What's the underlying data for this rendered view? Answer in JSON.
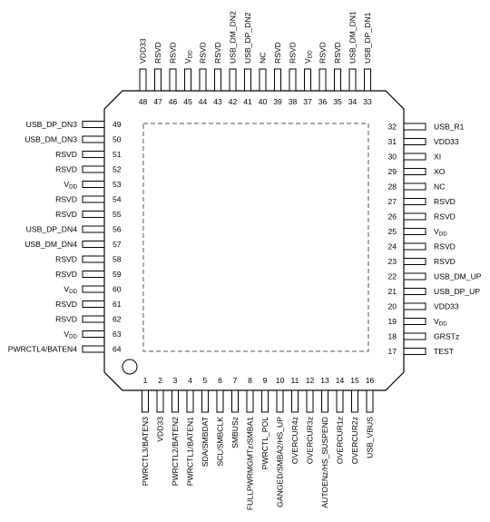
{
  "pins": {
    "bottom": [
      {
        "num": "1",
        "name": "PWRCTL3/BATEN3"
      },
      {
        "num": "2",
        "name": "VDD33"
      },
      {
        "num": "3",
        "name": "PWRCTL2/BATEN2"
      },
      {
        "num": "4",
        "name": "PWRCTL1/BATEN1"
      },
      {
        "num": "5",
        "name": "SDA/SMBDAT"
      },
      {
        "num": "6",
        "name": "SCL/SMBCLK"
      },
      {
        "num": "7",
        "name": "SMBUSz"
      },
      {
        "num": "8",
        "name": "FULLPWRMGMTz/SMBA1"
      },
      {
        "num": "9",
        "name": "PWRCTL_POL"
      },
      {
        "num": "10",
        "name": "GANGED/SMBA2/HS_UP"
      },
      {
        "num": "11",
        "name": "OVERCUR4z"
      },
      {
        "num": "12",
        "name": "OVERCUR3z"
      },
      {
        "num": "13",
        "name": "AUTOENz/HS_SUSPEND"
      },
      {
        "num": "14",
        "name": "OVERCUR1z"
      },
      {
        "num": "15",
        "name": "OVERCUR2z"
      },
      {
        "num": "16",
        "name": "USB_VBUS"
      }
    ],
    "right": [
      {
        "num": "17",
        "name": "TEST"
      },
      {
        "num": "18",
        "name": "GRSTz"
      },
      {
        "num": "19",
        "name": "V",
        "sub": "DD"
      },
      {
        "num": "20",
        "name": "VDD33"
      },
      {
        "num": "21",
        "name": "USB_DP_UP"
      },
      {
        "num": "22",
        "name": "USB_DM_UP"
      },
      {
        "num": "23",
        "name": "RSVD"
      },
      {
        "num": "24",
        "name": "RSVD"
      },
      {
        "num": "25",
        "name": "V",
        "sub": "DD"
      },
      {
        "num": "26",
        "name": "RSVD"
      },
      {
        "num": "27",
        "name": "RSVD"
      },
      {
        "num": "28",
        "name": "NC"
      },
      {
        "num": "29",
        "name": "XO"
      },
      {
        "num": "30",
        "name": "XI"
      },
      {
        "num": "31",
        "name": "VDD33"
      },
      {
        "num": "32",
        "name": "USB_R1"
      }
    ],
    "top": [
      {
        "num": "33",
        "name": "USB_DP_DN1"
      },
      {
        "num": "34",
        "name": "USB_DM_DN1"
      },
      {
        "num": "35",
        "name": "RSVD"
      },
      {
        "num": "36",
        "name": "RSVD"
      },
      {
        "num": "37",
        "name": "V",
        "sub": "DD"
      },
      {
        "num": "38",
        "name": "RSVD"
      },
      {
        "num": "39",
        "name": "RSVD"
      },
      {
        "num": "40",
        "name": "NC"
      },
      {
        "num": "41",
        "name": "USB_DP_DN2"
      },
      {
        "num": "42",
        "name": "USB_DM_DN2"
      },
      {
        "num": "43",
        "name": "RSVD"
      },
      {
        "num": "44",
        "name": "RSVD"
      },
      {
        "num": "45",
        "name": "V",
        "sub": "DD"
      },
      {
        "num": "46",
        "name": "RSVD"
      },
      {
        "num": "47",
        "name": "RSVD"
      },
      {
        "num": "48",
        "name": "VDD33"
      }
    ],
    "left": [
      {
        "num": "49",
        "name": "USB_DP_DN3"
      },
      {
        "num": "50",
        "name": "USB_DM_DN3"
      },
      {
        "num": "51",
        "name": "RSVD"
      },
      {
        "num": "52",
        "name": "RSVD"
      },
      {
        "num": "53",
        "name": "V",
        "sub": "DD"
      },
      {
        "num": "54",
        "name": "RSVD"
      },
      {
        "num": "55",
        "name": "RSVD"
      },
      {
        "num": "56",
        "name": "USB_DP_DN4"
      },
      {
        "num": "57",
        "name": "USB_DM_DN4"
      },
      {
        "num": "58",
        "name": "RSVD"
      },
      {
        "num": "59",
        "name": "RSVD"
      },
      {
        "num": "60",
        "name": "V",
        "sub": "DD"
      },
      {
        "num": "61",
        "name": "RSVD"
      },
      {
        "num": "62",
        "name": "RSVD"
      },
      {
        "num": "63",
        "name": "V",
        "sub": "DD"
      },
      {
        "num": "64",
        "name": "PWRCTL4/BATEN4"
      }
    ]
  }
}
